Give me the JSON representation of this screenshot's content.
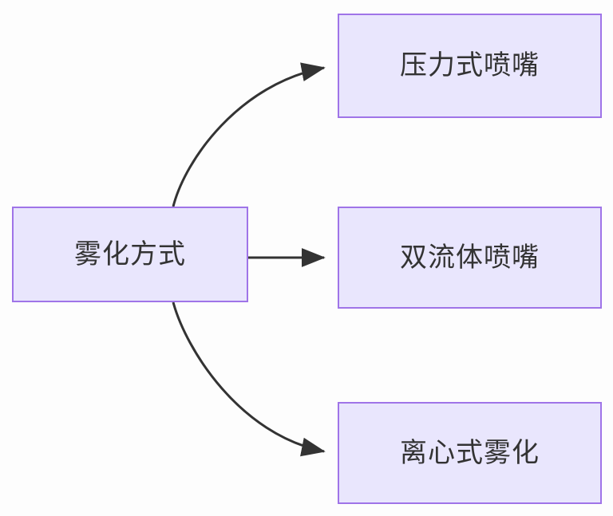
{
  "diagram": {
    "type": "flowchart",
    "direction": "left-to-right",
    "background_color": "#fdfdfd",
    "node_fill_color": "#e9e6fd",
    "node_border_color": "#9f74e8",
    "node_text_color": "#333333",
    "edge_color": "#333333",
    "source": {
      "id": "source",
      "label": "雾化方式"
    },
    "targets": [
      {
        "id": "target-0",
        "label": "压力式喷嘴"
      },
      {
        "id": "target-1",
        "label": "双流体喷嘴"
      },
      {
        "id": "target-2",
        "label": "离心式雾化"
      }
    ],
    "edges": [
      {
        "from": "雾化方式",
        "to": "压力式喷嘴",
        "style": "curved",
        "arrowhead": "solid-triangle"
      },
      {
        "from": "雾化方式",
        "to": "双流体喷嘴",
        "style": "straight",
        "arrowhead": "solid-triangle"
      },
      {
        "from": "雾化方式",
        "to": "离心式雾化",
        "style": "curved",
        "arrowhead": "solid-triangle"
      }
    ]
  }
}
